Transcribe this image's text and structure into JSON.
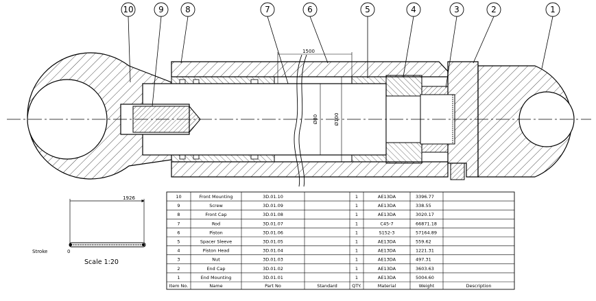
{
  "drawing": {
    "balloons": [
      "1",
      "2",
      "3",
      "4",
      "5",
      "6",
      "7",
      "8",
      "9",
      "10"
    ],
    "dimensions": {
      "stroke_length": "1500",
      "rod_diameter": "Ø80",
      "bore_diameter": "Ø100",
      "spring_length": "1926"
    },
    "stroke_label": "Stroke",
    "stroke_value": "0",
    "scale_label": "Scale 1:20"
  },
  "bom": {
    "headers": [
      "Item No.",
      "Name",
      "Part No",
      "Standard",
      "QTY.",
      "Material",
      "Weight",
      "Description"
    ],
    "rows": [
      {
        "item": "10",
        "name": "Front Mounting",
        "part_no": "3D.01.10",
        "standard": "",
        "qty": "1",
        "material": "AE13DA",
        "weight": "3396.77",
        "description": ""
      },
      {
        "item": "9",
        "name": "Screw",
        "part_no": "3D.01.09",
        "standard": "",
        "qty": "1",
        "material": "AE13DA",
        "weight": "338.55",
        "description": ""
      },
      {
        "item": "8",
        "name": "Front Cap",
        "part_no": "3D.01.08",
        "standard": "",
        "qty": "1",
        "material": "AE13DA",
        "weight": "3020.17",
        "description": ""
      },
      {
        "item": "7",
        "name": "Rod",
        "part_no": "3D.01.07",
        "standard": "",
        "qty": "1",
        "material": "C45-7",
        "weight": "66871.18",
        "description": ""
      },
      {
        "item": "6",
        "name": "Piston",
        "part_no": "3D.01.06",
        "standard": "",
        "qty": "1",
        "material": "S152-3",
        "weight": "57164.89",
        "description": ""
      },
      {
        "item": "5",
        "name": "Spacer Sleeve",
        "part_no": "3D.01.05",
        "standard": "",
        "qty": "1",
        "material": "AE13DA",
        "weight": "559.62",
        "description": ""
      },
      {
        "item": "4",
        "name": "Piston Head",
        "part_no": "3D.01.04",
        "standard": "",
        "qty": "1",
        "material": "AE13DA",
        "weight": "1221.31",
        "description": ""
      },
      {
        "item": "3",
        "name": "Nut",
        "part_no": "3D.01.03",
        "standard": "",
        "qty": "1",
        "material": "AE13DA",
        "weight": "497.31",
        "description": ""
      },
      {
        "item": "2",
        "name": "End Cap",
        "part_no": "3D.01.02",
        "standard": "",
        "qty": "1",
        "material": "AE13DA",
        "weight": "3603.63",
        "description": ""
      },
      {
        "item": "1",
        "name": "End Mounting",
        "part_no": "3D.01.01",
        "standard": "",
        "qty": "1",
        "material": "AE13DA",
        "weight": "5004.60",
        "description": ""
      }
    ]
  }
}
